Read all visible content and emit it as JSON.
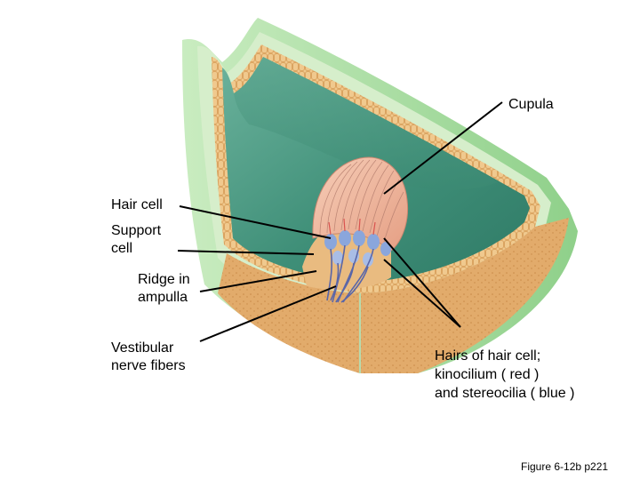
{
  "labels": {
    "cupula": "Cupula",
    "hair_cell": "Hair cell",
    "support_cell": "Support\ncell",
    "ridge": "Ridge in\nampulla",
    "nerve_fibers": "Vestibular\nnerve fibers",
    "hairs": "Hairs of hair cell;\nkinocilium ( red )\nand stereocilia ( blue )"
  },
  "caption": "Figure 6-12b p221",
  "colors": {
    "endolymph": "#3f8f78",
    "wall_green": "#9fd99a",
    "epithelium": "#e8b878",
    "connective": "#dfa868",
    "cupula": "#efb49c",
    "stereocilia": "#8aa6dc",
    "nerve": "#5a66a8"
  }
}
